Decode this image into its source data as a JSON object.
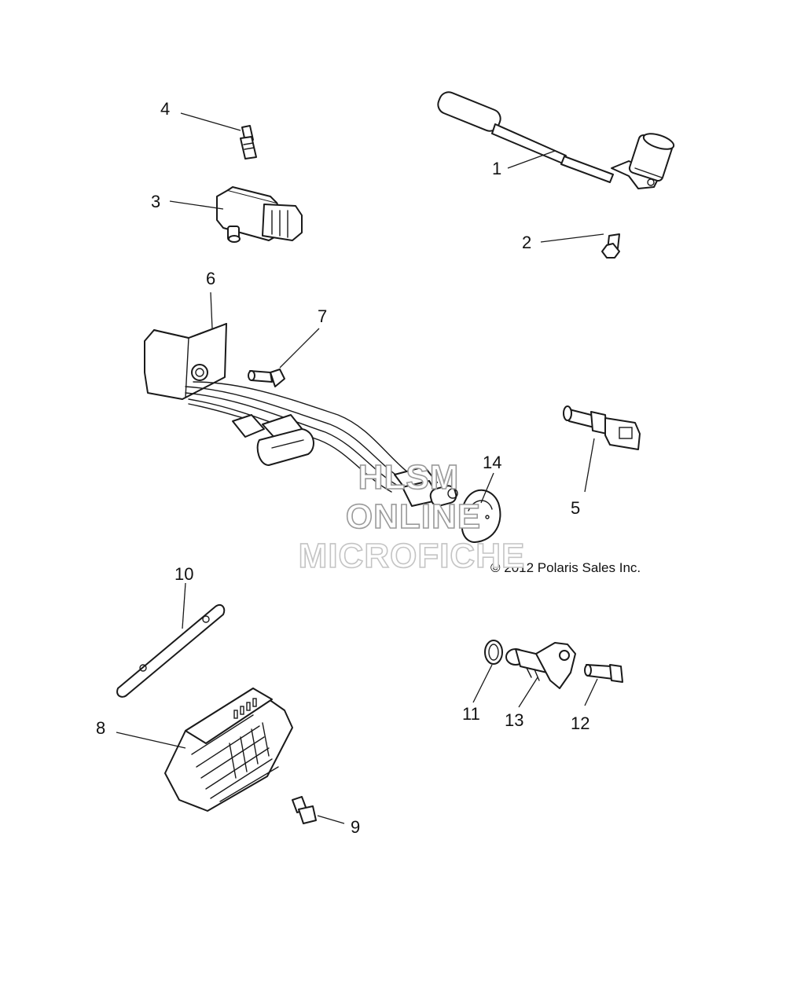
{
  "callouts": [
    "1",
    "2",
    "3",
    "4",
    "5",
    "6",
    "7",
    "8",
    "9",
    "10",
    "11",
    "12",
    "13",
    "14"
  ],
  "copyright": "© 2012 Polaris Sales Inc.",
  "watermark": {
    "line1": "HLSM",
    "line2": "ONLINE",
    "line3": "MICROFICHE"
  },
  "colors": {
    "line": "#1a1a1a",
    "background": "#ffffff",
    "watermark": "#9a9a9a"
  }
}
